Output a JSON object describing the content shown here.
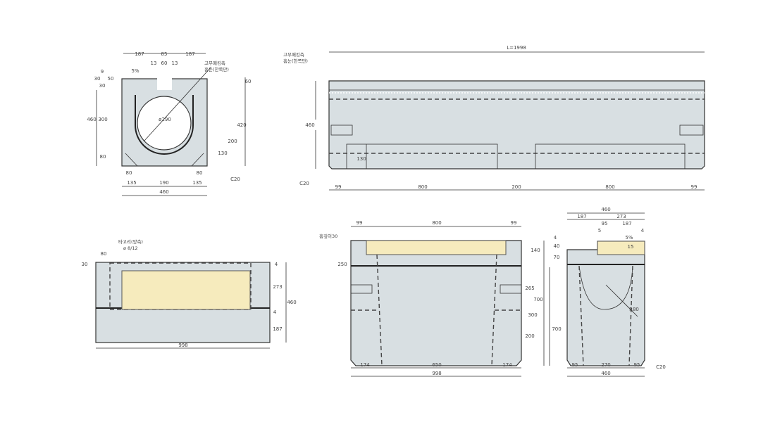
{
  "section_view": {
    "dims_top": [
      "187",
      "85",
      "187"
    ],
    "dims_slot": [
      "13",
      "60",
      "13"
    ],
    "slope": "5%",
    "dims_left": [
      "9",
      "30",
      "50",
      "30",
      "460",
      "300",
      "80"
    ],
    "diameter": "ø290",
    "dims_right": [
      "60",
      "420",
      "200",
      "130"
    ],
    "dims_bottom": [
      "80",
      "80",
      "135",
      "190",
      "135",
      "460"
    ],
    "chamfer": "C20",
    "note_line1": "고무패킹측",
    "note_line2": "홈눈(한쪽만)"
  },
  "side_view": {
    "length": "L=1998",
    "height": "460",
    "recess_height": "130",
    "dims_bottom": [
      "99",
      "800",
      "200",
      "800",
      "99"
    ],
    "chamfer": "C20",
    "note_line1": "고무패킹측",
    "note_line2": "홈눈(한쪽만)"
  },
  "grate_view": {
    "note_line1": "타고리(양측)",
    "note_line2": "ø 8/12",
    "dims_left": [
      "80",
      "30"
    ],
    "dims_right": [
      "4",
      "273",
      "4",
      "187",
      "460"
    ],
    "width": "998"
  },
  "end_view": {
    "dims_top": [
      "99",
      "800",
      "99"
    ],
    "note": "홈깊이30",
    "dims_left": [
      "250"
    ],
    "dims_right": [
      "140",
      "265",
      "300",
      "200",
      "700"
    ],
    "dims_bottom": [
      "174",
      "650",
      "174",
      "998"
    ]
  },
  "cross_view": {
    "dims_top": [
      "460",
      "187",
      "273",
      "95",
      "187",
      "5",
      "4"
    ],
    "dims_left": [
      "4",
      "40",
      "70",
      "700"
    ],
    "slope": "5%",
    "inner": "15",
    "radius": "R80",
    "dims_bottom": [
      "95",
      "270",
      "95",
      "460"
    ],
    "chamfer": "C20"
  }
}
